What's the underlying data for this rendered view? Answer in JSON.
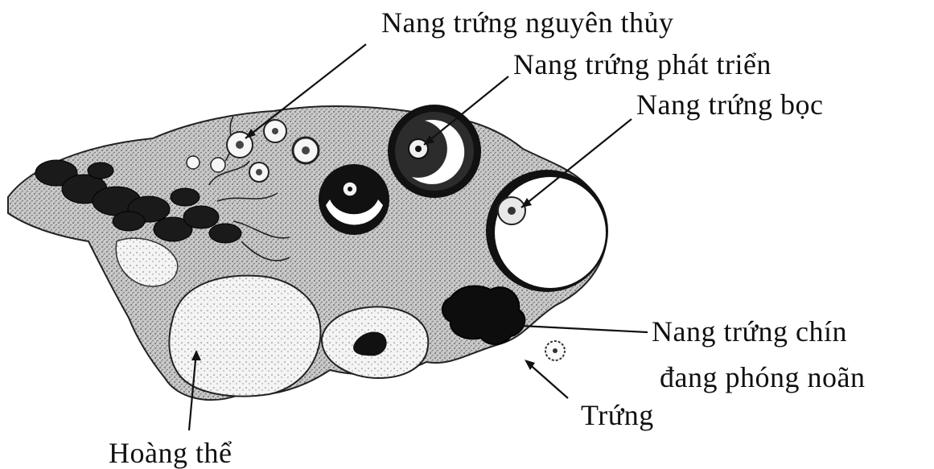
{
  "labels": {
    "primordial_follicle": "Nang trứng nguyên thủy",
    "developing_follicle": "Nang trứng phát triển",
    "vesicular_follicle": "Nang trứng bọc",
    "mature_follicle_line1": "Nang trứng chín",
    "mature_follicle_line2": "đang phóng noãn",
    "ovum": "Trứng",
    "corpus_luteum": "Hoàng thể"
  },
  "colors": {
    "ink": "#111111",
    "stroma": "#bdbdbd",
    "background": "#ffffff"
  }
}
